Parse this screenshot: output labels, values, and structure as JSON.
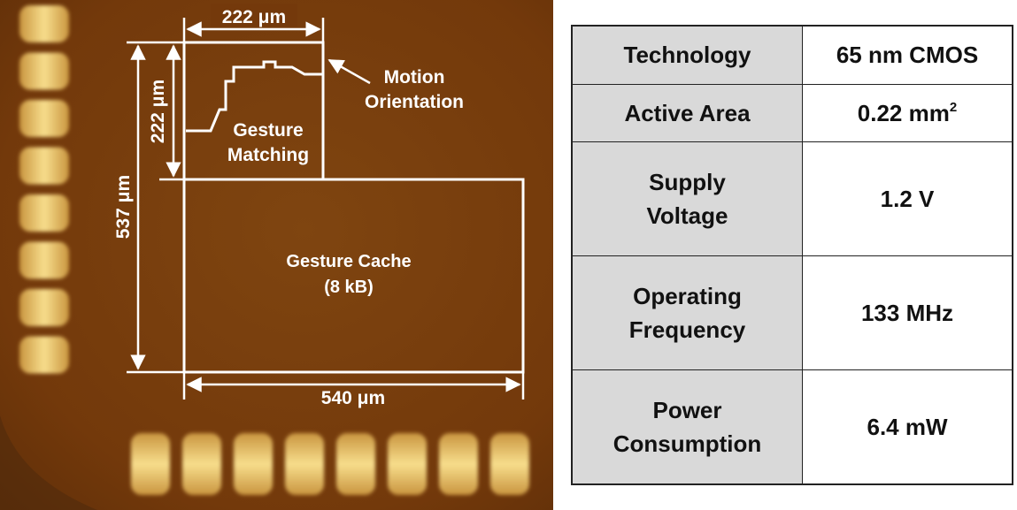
{
  "die_photo": {
    "labels": {
      "width_top": "222 μm",
      "height_small": "222 μm",
      "height_total": "537 μm",
      "width_bottom": "540 μm",
      "motion_line1": "Motion",
      "motion_line2": "Orientation",
      "gesture_line1": "Gesture",
      "gesture_line2": "Matching",
      "cache_line1": "Gesture Cache",
      "cache_line2": "(8 kB)"
    },
    "colors": {
      "substrate": "#7a3f0d",
      "pad": "#f3d27a",
      "outline": "#ffffff"
    }
  },
  "spec_table": {
    "rows": [
      {
        "param": [
          "Technology"
        ],
        "value": "65 nm CMOS"
      },
      {
        "param": [
          "Active Area"
        ],
        "value": "0.22 mm",
        "value_sup": "2"
      },
      {
        "param": [
          "Supply",
          "Voltage"
        ],
        "value": "1.2 V"
      },
      {
        "param": [
          "Operating",
          "Frequency"
        ],
        "value": "133 MHz"
      },
      {
        "param": [
          "Power",
          "Consumption"
        ],
        "value": "6.4 mW"
      }
    ]
  }
}
